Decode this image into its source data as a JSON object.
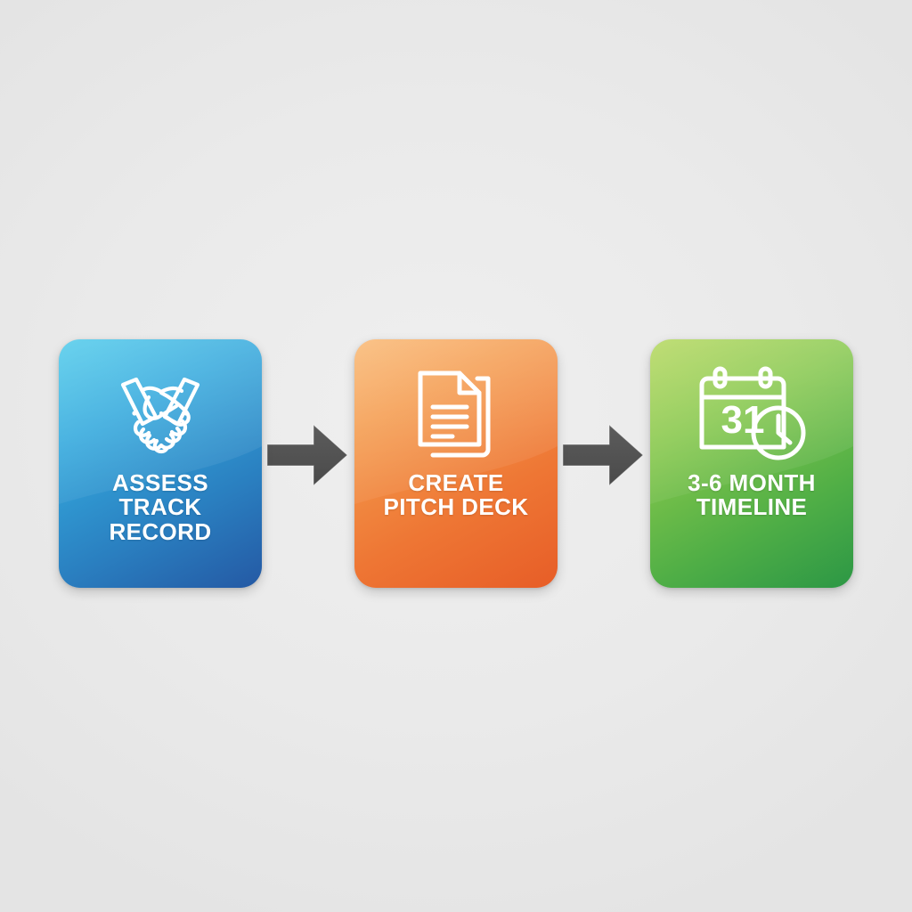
{
  "background_color": "#eaeaea",
  "diagram": {
    "type": "horizontal-process-flow",
    "title": "",
    "step_count": 3,
    "steps": [
      {
        "index": 1,
        "label": "ASSESS\nTRACK\nRECORD",
        "label_lines": [
          "ASSESS",
          "TRACK",
          "RECORD"
        ],
        "icon": "handshake-icon",
        "color_start": "#45c8ea",
        "color_end": "#2459a4",
        "text_color": "#ffffff"
      },
      {
        "index": 2,
        "label": "CREATE\nPITCH DECK",
        "label_lines": [
          "CREATE",
          "PITCH DECK"
        ],
        "icon": "documents-icon",
        "color_start": "#f9b267",
        "color_end": "#e75d27",
        "text_color": "#ffffff"
      },
      {
        "index": 3,
        "label": "3-6 MONTH\nTIMELINE",
        "label_lines": [
          "3-6 MONTH",
          "TIMELINE"
        ],
        "icon": "calendar-clock-icon",
        "calendar_day": "31",
        "color_start": "#aed44f",
        "color_end": "#2c9745",
        "text_color": "#ffffff"
      }
    ],
    "connectors": [
      {
        "index": 1,
        "icon": "arrow-right-icon",
        "color": "#555555",
        "from_step": 1,
        "to_step": 2
      },
      {
        "index": 2,
        "icon": "arrow-right-icon",
        "color": "#555555",
        "from_step": 2,
        "to_step": 3
      }
    ]
  }
}
